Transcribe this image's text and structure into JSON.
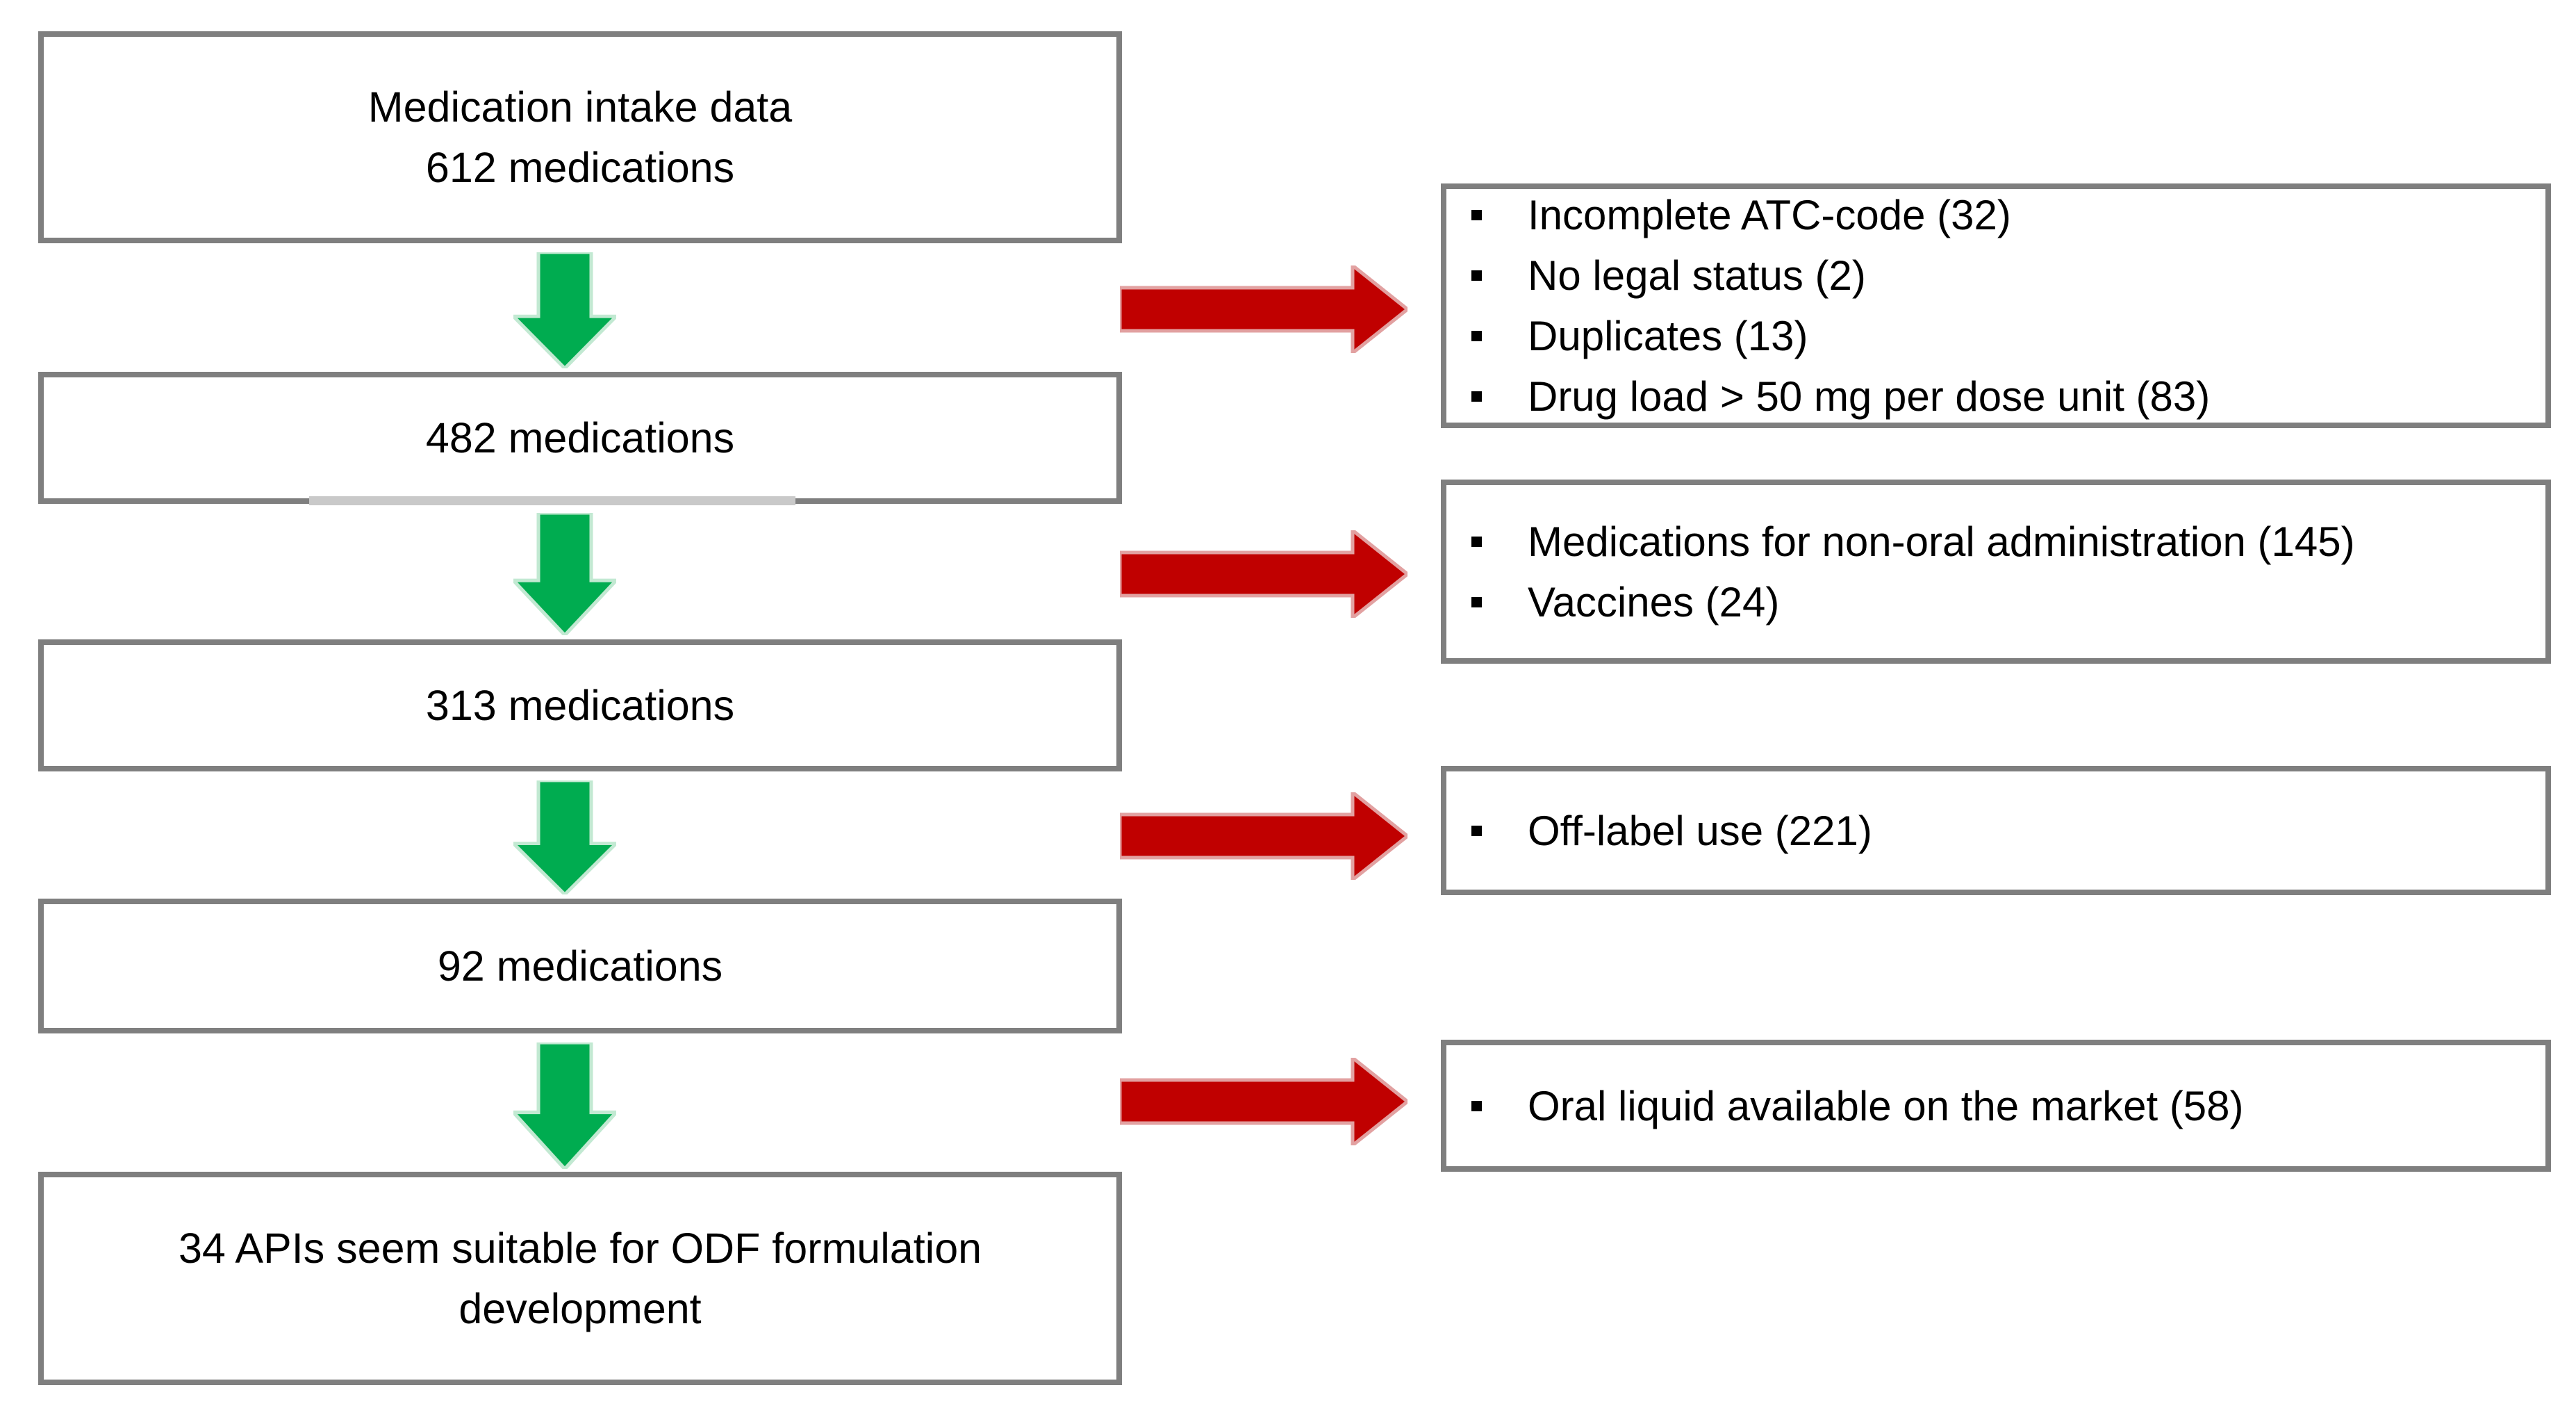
{
  "colors": {
    "box_border": "#7f7f7f",
    "green_arrow_fill": "#00ac50",
    "green_arrow_outline": "#c2e9d2",
    "red_arrow_fill": "#c00000",
    "red_arrow_outline": "#e2a1a1",
    "text": "#000000"
  },
  "flow_boxes": [
    {
      "lines": [
        "Medication intake data",
        "612 medications"
      ]
    },
    {
      "lines": [
        "482 medications"
      ]
    },
    {
      "lines": [
        "313 medications"
      ]
    },
    {
      "lines": [
        "92 medications"
      ]
    },
    {
      "lines": [
        "34 APIs seem suitable for ODF formulation",
        "development"
      ]
    }
  ],
  "exclusion_boxes": [
    {
      "items": [
        "Incomplete ATC-code (32)",
        "No legal status (2)",
        "Duplicates (13)",
        "Drug load > 50 mg per dose unit (83)"
      ]
    },
    {
      "items": [
        "Medications for non-oral administration (145)",
        "Vaccines (24)"
      ]
    },
    {
      "items": [
        "Off-label use (221)"
      ]
    },
    {
      "items": [
        "Oral liquid available on the market (58)"
      ]
    }
  ],
  "icons": {
    "down_arrow": "block-arrow-down",
    "right_arrow": "block-arrow-right",
    "bullet": "square-bullet"
  }
}
